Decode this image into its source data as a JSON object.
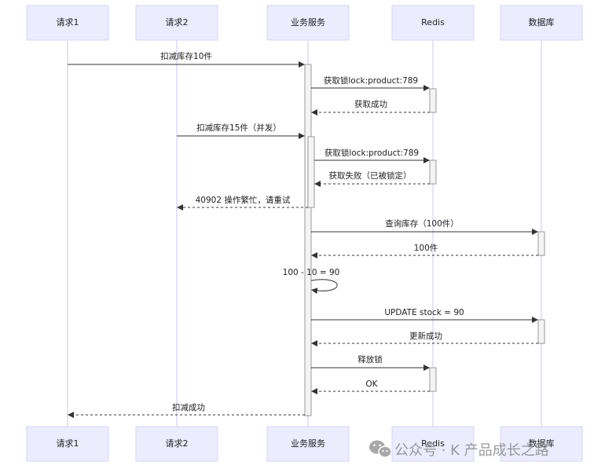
{
  "participants": [
    {
      "id": "r1",
      "label": "请求1"
    },
    {
      "id": "r2",
      "label": "请求2"
    },
    {
      "id": "svc",
      "label": "业务服务"
    },
    {
      "id": "redis",
      "label": "Redis"
    },
    {
      "id": "db",
      "label": "数据库"
    }
  ],
  "messages": [
    {
      "from": "r1",
      "to": "svc",
      "text": "扣减库存10件",
      "style": "solid"
    },
    {
      "from": "svc",
      "to": "redis",
      "text": "获取锁lock:product:789",
      "style": "solid"
    },
    {
      "from": "redis",
      "to": "svc",
      "text": "获取成功",
      "style": "dashed"
    },
    {
      "from": "r2",
      "to": "svc",
      "text": "扣减库存15件（并发）",
      "style": "solid"
    },
    {
      "from": "svc",
      "to": "redis",
      "text": "获取锁lock:product:789",
      "style": "solid"
    },
    {
      "from": "redis",
      "to": "svc",
      "text": "获取失败（已被锁定）",
      "style": "dashed"
    },
    {
      "from": "svc",
      "to": "r2",
      "text": "40902 操作繁忙，请重试",
      "style": "dashed"
    },
    {
      "from": "svc",
      "to": "db",
      "text": "查询库存（100件）",
      "style": "solid"
    },
    {
      "from": "db",
      "to": "svc",
      "text": "100件",
      "style": "dashed"
    },
    {
      "from": "svc",
      "to": "svc",
      "text": "100 - 10 = 90",
      "style": "self"
    },
    {
      "from": "svc",
      "to": "db",
      "text": "UPDATE stock = 90",
      "style": "solid"
    },
    {
      "from": "db",
      "to": "svc",
      "text": "更新成功",
      "style": "dashed"
    },
    {
      "from": "svc",
      "to": "redis",
      "text": "释放锁",
      "style": "solid"
    },
    {
      "from": "redis",
      "to": "svc",
      "text": "OK",
      "style": "dashed"
    },
    {
      "from": "svc",
      "to": "r1",
      "text": "扣减成功",
      "style": "dashed"
    }
  ],
  "watermark": {
    "text": "公众号 · K  产品成长之路",
    "icon": "wechat-icon"
  }
}
